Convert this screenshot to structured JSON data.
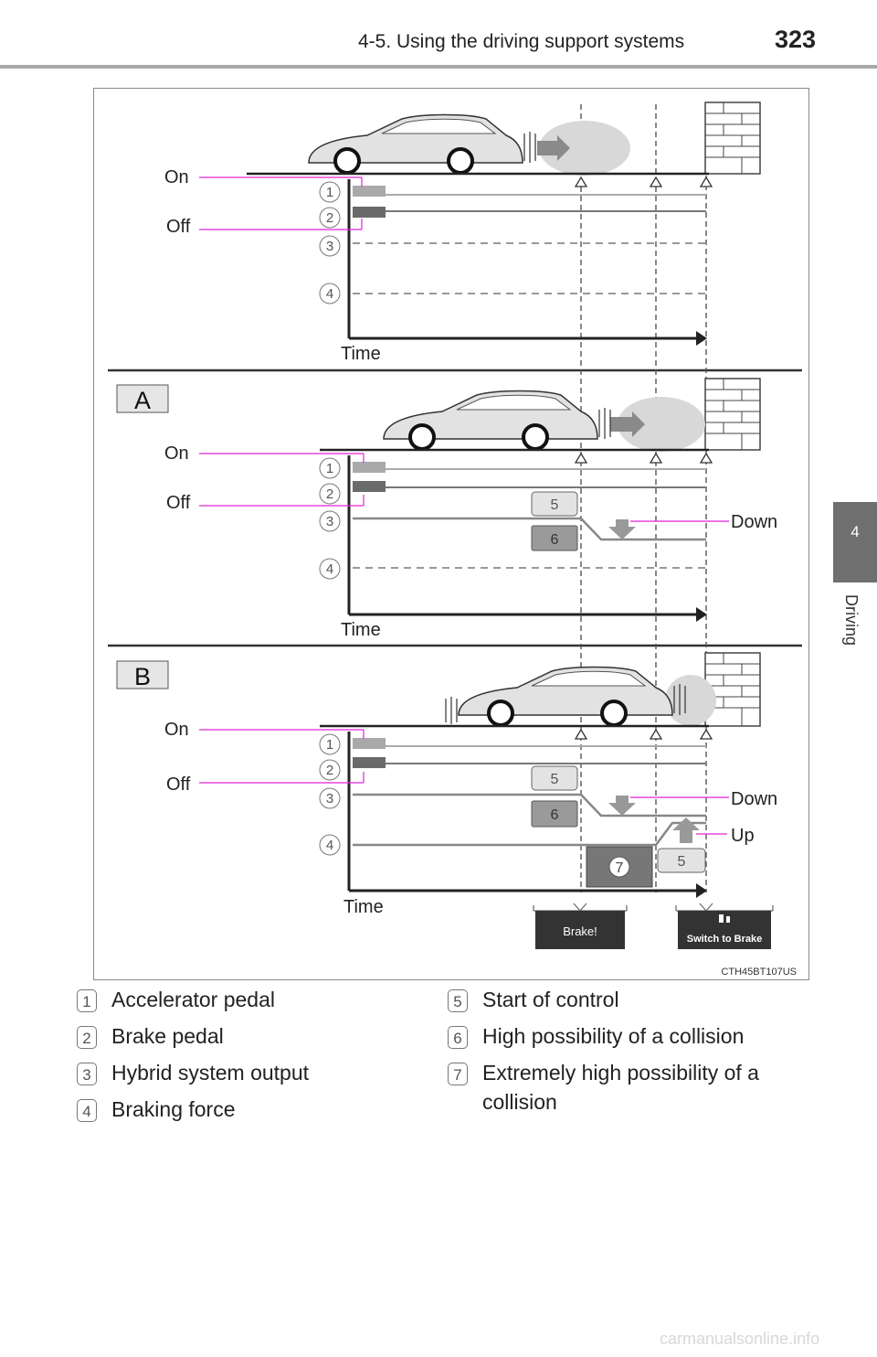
{
  "header": {
    "section": "4-5. Using the driving support systems",
    "page": "323"
  },
  "side_tab": {
    "number": "4",
    "label": "Driving"
  },
  "diagram": {
    "on_label": "On",
    "off_label": "Off",
    "time_label": "Time",
    "down_label": "Down",
    "up_label": "Up",
    "panel_a_label": "A",
    "panel_b_label": "B",
    "callouts": [
      "1",
      "2",
      "3",
      "4",
      "5",
      "6",
      "7"
    ],
    "brake_display": "Brake!",
    "switch_display": "Switch to Brake",
    "code": "CTH45BT107US"
  },
  "legend": {
    "left": [
      {
        "num": "1",
        "text": "Accelerator pedal"
      },
      {
        "num": "2",
        "text": "Brake pedal"
      },
      {
        "num": "3",
        "text": "Hybrid system output"
      },
      {
        "num": "4",
        "text": "Braking force"
      }
    ],
    "right": [
      {
        "num": "5",
        "text": "Start of control"
      },
      {
        "num": "6",
        "text": "High possibility of a collision"
      },
      {
        "num": "7",
        "text": "Extremely high possibility of a",
        "text2": "collision"
      }
    ]
  },
  "watermark": "carmanualsonline.info"
}
